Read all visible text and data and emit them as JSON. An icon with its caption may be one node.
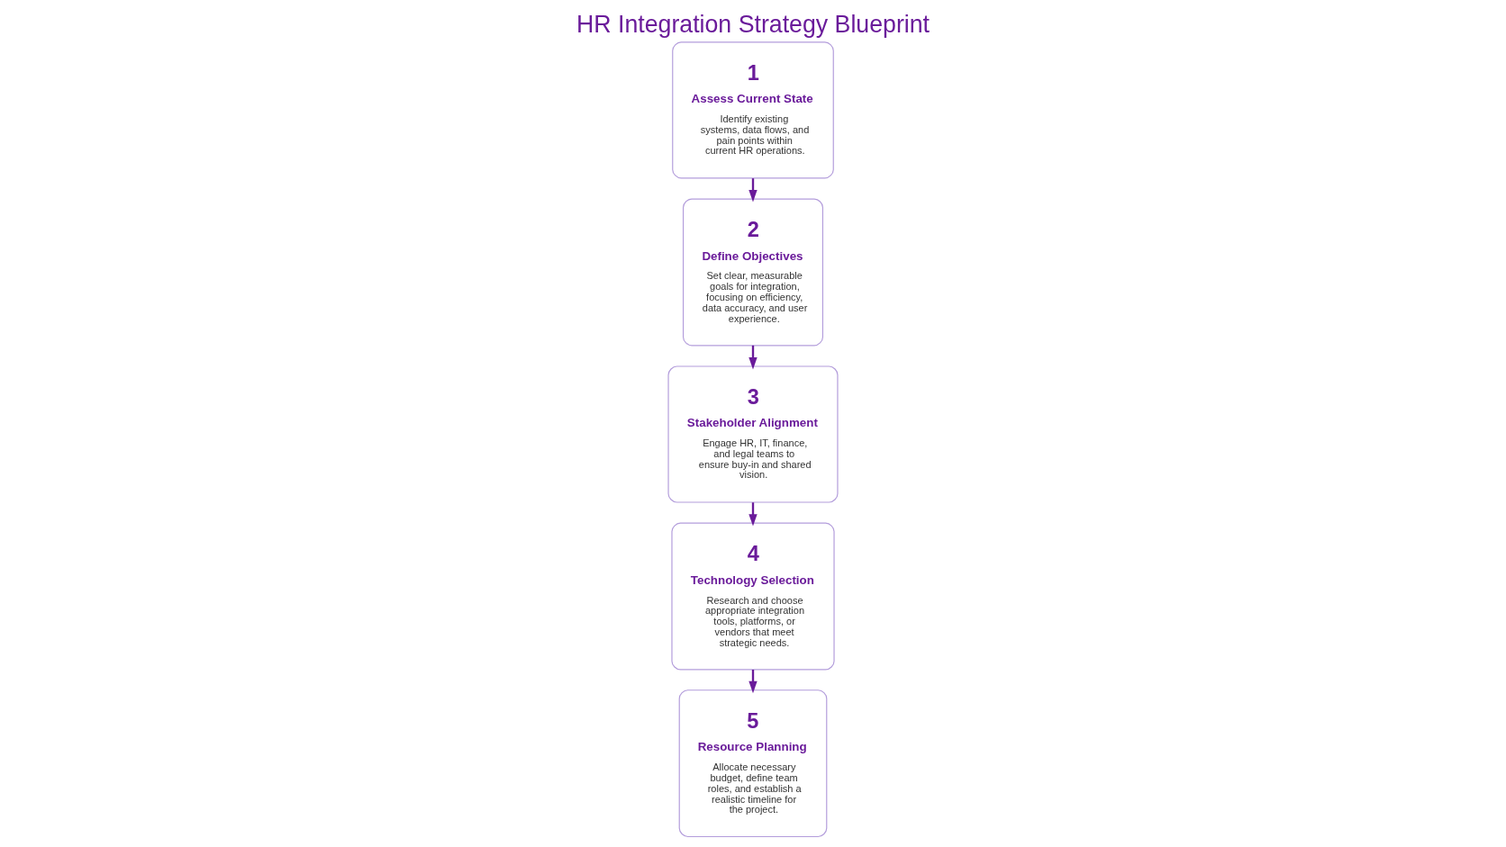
{
  "diagram": {
    "title": "HR Integration Strategy Blueprint",
    "nodes": [
      {
        "text": [
          "1",
          "Assess Current State",
          "Identify existing systems, data flows, and pain points within current HR operations."
        ]
      },
      {
        "text": [
          "2",
          "Define Objectives",
          "Set clear, measurable goals for integration, focusing on efficiency, data accuracy, and user experience."
        ]
      },
      {
        "text": [
          "3",
          "Stakeholder Alignment",
          "Engage HR, IT, finance, and legal teams to ensure buy-in and shared vision."
        ]
      },
      {
        "text": [
          "4",
          "Technology Selection",
          "Research and choose appropriate integration tools, platforms, or vendors that meet strategic needs."
        ]
      },
      {
        "text": [
          "5",
          "Resource Planning",
          "Allocate necessary budget, define team roles, and establish a realistic timeline for the project."
        ]
      }
    ],
    "edges": [
      {
        "from": 0,
        "to": 1,
        "arrow": "to"
      },
      {
        "from": 1,
        "to": 2,
        "arrow": "to"
      },
      {
        "from": 2,
        "to": 3,
        "arrow": "to"
      },
      {
        "from": 3,
        "to": 4,
        "arrow": "to"
      }
    ]
  }
}
